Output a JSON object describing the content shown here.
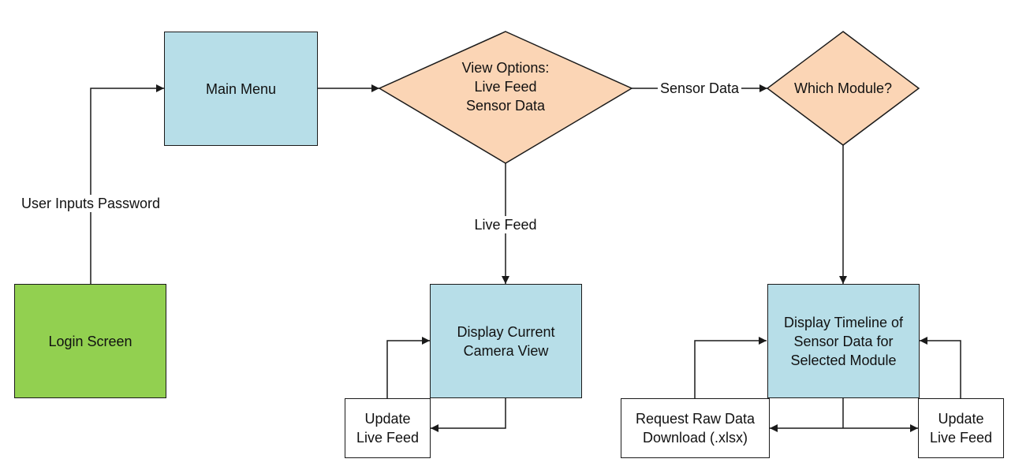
{
  "nodes": {
    "main_menu": "Main Menu",
    "login_screen": "Login Screen",
    "view_options": "View Options:\nLive Feed\nSensor Data",
    "which_module": "Which Module?",
    "camera_view": "Display Current\nCamera View",
    "update_live_feed_left": "Update\nLive Feed",
    "timeline": "Display Timeline of\nSensor Data for\nSelected Module",
    "raw_data_download": "Request Raw Data\nDownload (.xlsx)",
    "update_live_feed_right": "Update\nLive Feed"
  },
  "edges": {
    "password": "User Inputs Password",
    "sensor_data": "Sensor Data",
    "live_feed": "Live Feed"
  },
  "colors": {
    "process_fill": "#b7dee8",
    "start_fill": "#92d050",
    "decision_fill": "#fbd5b5",
    "stroke": "#1a1a1a"
  }
}
